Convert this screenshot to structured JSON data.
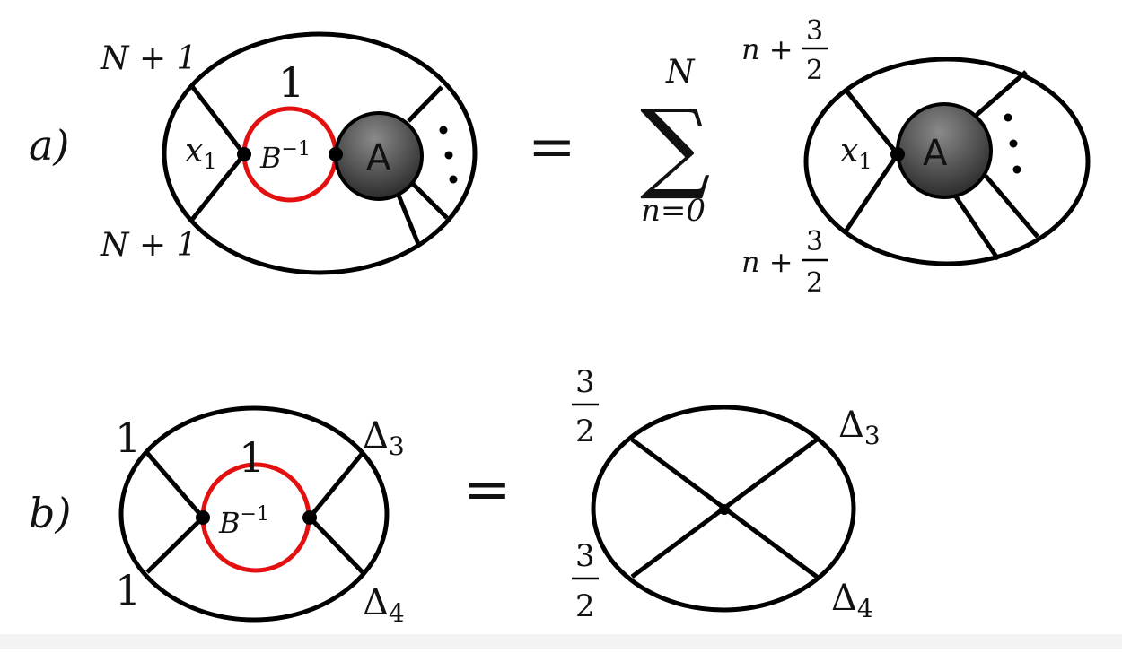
{
  "panel_a": {
    "label": "a)",
    "lhs": {
      "leg_top": "N + 1",
      "leg_bottom": "N + 1",
      "vertex": "x",
      "vertex_sub": "1",
      "loop_weight": "1",
      "loop_label": "B",
      "loop_label_sup": "−1",
      "blob": "A"
    },
    "equals": "=",
    "sum": {
      "symbol": "∑",
      "upper": "N",
      "lower": "n=0"
    },
    "rhs": {
      "top_prefix": "n +",
      "top_num": "3",
      "top_den": "2",
      "bottom_prefix": "n +",
      "bottom_num": "3",
      "bottom_den": "2",
      "vertex": "x",
      "vertex_sub": "1",
      "blob": "A"
    }
  },
  "panel_b": {
    "label": "b)",
    "lhs": {
      "leg_top_left": "1",
      "leg_bottom_left": "1",
      "loop_weight": "1",
      "loop_label": "B",
      "loop_label_sup": "−1",
      "delta_top": "Δ",
      "delta_top_sub": "3",
      "delta_bottom": "Δ",
      "delta_bottom_sub": "4"
    },
    "equals": "=",
    "rhs": {
      "top_num": "3",
      "top_den": "2",
      "bottom_num": "3",
      "bottom_den": "2",
      "delta_top": "Δ",
      "delta_top_sub": "3",
      "delta_bottom": "Δ",
      "delta_bottom_sub": "4"
    }
  },
  "colors": {
    "ink": "#000000",
    "loop": "#e31010",
    "blob_light": "#8a8a8a",
    "blob_dark": "#2a2a2a"
  }
}
